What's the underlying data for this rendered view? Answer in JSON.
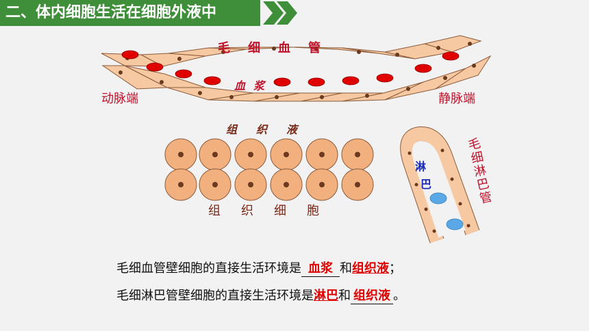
{
  "header": {
    "title": "二、体内细胞生活在细胞外液中",
    "color": "#3f8f3a"
  },
  "diagram": {
    "capillary_title": "毛　细　血　管",
    "plasma_label": "血浆",
    "arterial_end": "动脉端",
    "venous_end": "静脉端",
    "tissue_fluid_label": "组　织　液",
    "tissue_cells_label": "组　织　细　胞",
    "lymph_label_1": "淋",
    "lymph_label_2": "巴",
    "lymph_capillary_label": "毛细淋巴管",
    "colors": {
      "wall_cell": "#f7c9a3",
      "wall_outline": "#8a5a3a",
      "nucleus": "#6b3a1f",
      "red_cell": "#e00000",
      "tissue_cell": "#f3b07f",
      "lymph_blob": "#5aa9e6",
      "label_red": "#c0122b"
    }
  },
  "statements": [
    {
      "prefix": "毛细血管壁细胞的直接生活环境是",
      "answer1": "血浆",
      "mid": "和",
      "answer2": "组织液",
      "end": "；"
    },
    {
      "prefix": "毛细淋巴管壁细胞的直接生活环境是",
      "answer1": "淋巴",
      "mid": "和",
      "answer2": "组织液",
      "end": "。"
    }
  ]
}
